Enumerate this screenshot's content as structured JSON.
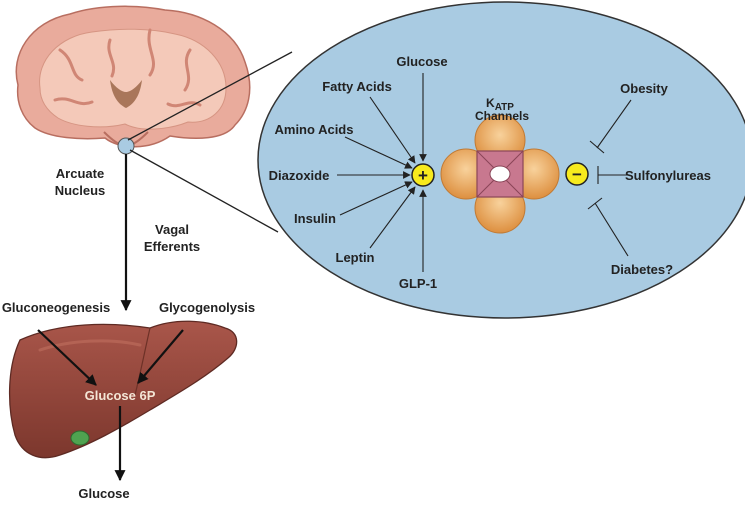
{
  "brain": {
    "nucleus_label_line1": "Arcuate",
    "nucleus_label_line2": "Nucleus",
    "pathway_label_line1": "Vagal",
    "pathway_label_line2": "Efferents"
  },
  "liver": {
    "left_input": "Gluconeogenesis",
    "right_input": "Glycogenolysis",
    "center_label": "Glucose 6P",
    "output": "Glucose"
  },
  "inset": {
    "activators": [
      "Glucose",
      "Fatty Acids",
      "Amino Acids",
      "Diazoxide",
      "Insulin",
      "Leptin",
      "GLP-1"
    ],
    "channel_label_k": "K",
    "channel_label_sub": "ATP",
    "channel_label_line2": "Channels",
    "plus_symbol": "+",
    "minus_symbol": "−",
    "inhibitors": [
      "Obesity",
      "Sulfonylureas",
      "Diabetes?"
    ]
  },
  "colors": {
    "inset_fill": "#a9cbe2",
    "node_yellow": "#f7ea1e",
    "channel_orange": "#e9a657",
    "channel_center": "#c8788f",
    "liver": "#9b4a3e",
    "gallbladder": "#4fa350",
    "brain_cortex": "#e6a89b",
    "brain_inner": "#f3c4b5"
  }
}
